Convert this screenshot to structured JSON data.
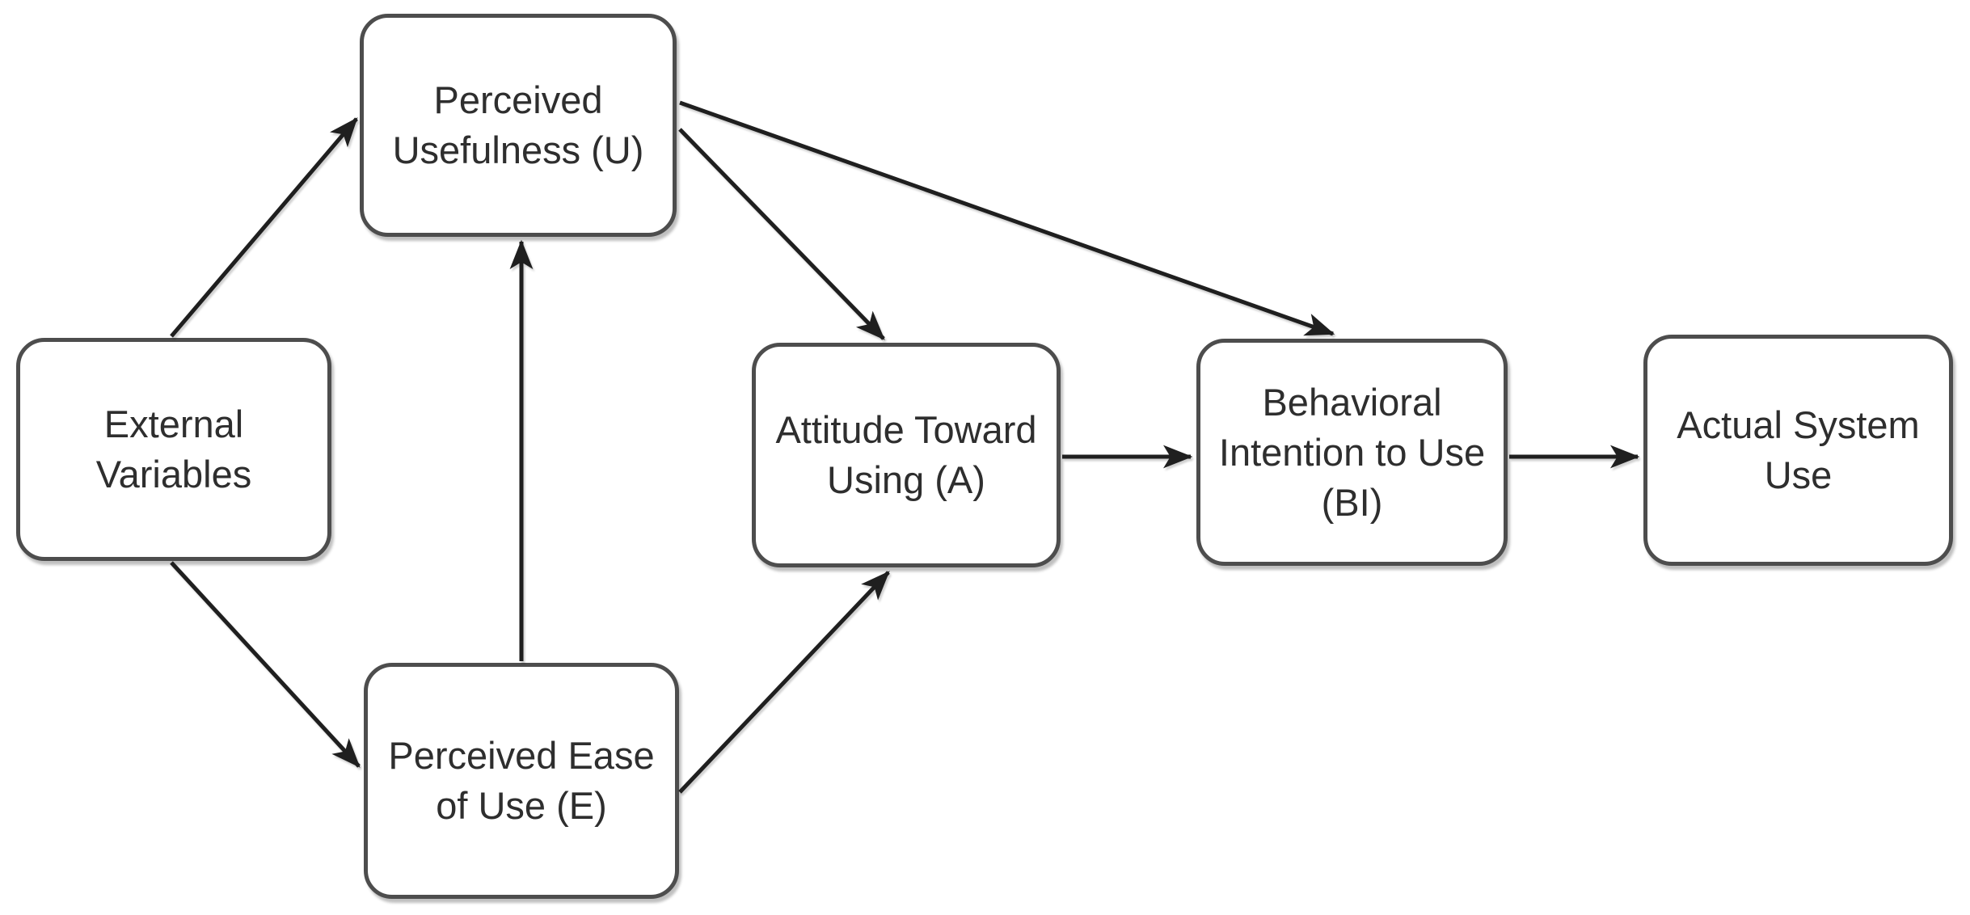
{
  "diagram": {
    "type": "flow-diagram",
    "background": "#ffffff",
    "colors": {
      "box_fill": "#ffffff",
      "box_border": "#4d4d4d",
      "arrow": "#1f1f1f",
      "text": "#2e2e2e"
    },
    "nodes": [
      {
        "id": "external-variables",
        "label": "External\nVariables"
      },
      {
        "id": "perceived-usefulness",
        "label": "Perceived\nUsefulness (U)"
      },
      {
        "id": "perceived-ease-of-use",
        "label": "Perceived Ease\nof Use (E)"
      },
      {
        "id": "attitude-toward-using",
        "label": "Attitude Toward\nUsing (A)"
      },
      {
        "id": "behavioral-intention",
        "label": "Behavioral\nIntention to Use\n(BI)"
      },
      {
        "id": "actual-system-use",
        "label": "Actual System\nUse"
      }
    ],
    "edges": [
      {
        "from": "external-variables",
        "to": "perceived-usefulness"
      },
      {
        "from": "external-variables",
        "to": "perceived-ease-of-use"
      },
      {
        "from": "perceived-ease-of-use",
        "to": "perceived-usefulness"
      },
      {
        "from": "perceived-usefulness",
        "to": "attitude-toward-using"
      },
      {
        "from": "perceived-usefulness",
        "to": "behavioral-intention"
      },
      {
        "from": "perceived-ease-of-use",
        "to": "attitude-toward-using"
      },
      {
        "from": "attitude-toward-using",
        "to": "behavioral-intention"
      },
      {
        "from": "behavioral-intention",
        "to": "actual-system-use"
      }
    ]
  }
}
